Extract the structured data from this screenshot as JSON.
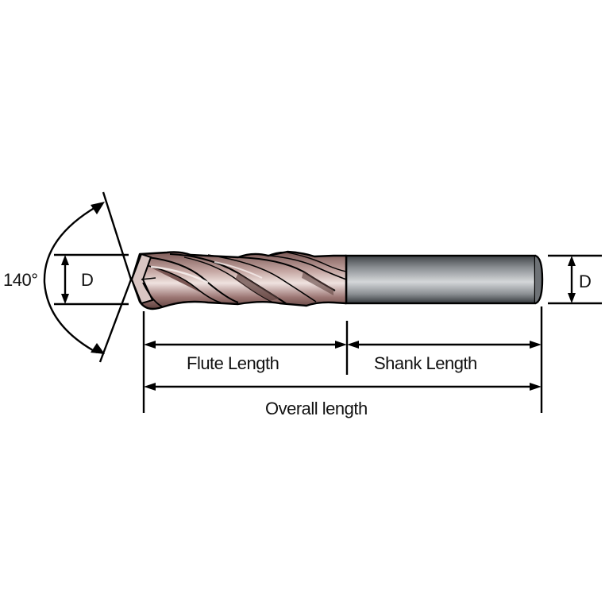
{
  "labels": {
    "angle": "140°",
    "diameter_left": "D",
    "diameter_right": "D",
    "flute_length": "Flute Length",
    "shank_length": "Shank Length",
    "overall_length": "Overall length"
  },
  "colors": {
    "line": "#000000",
    "flute_body": "#a98582",
    "flute_highlight": "#f4ecea",
    "flute_shadow": "#5a3f3c",
    "shank_dark": "#5b5f63",
    "shank_light": "#c9cdd0"
  }
}
